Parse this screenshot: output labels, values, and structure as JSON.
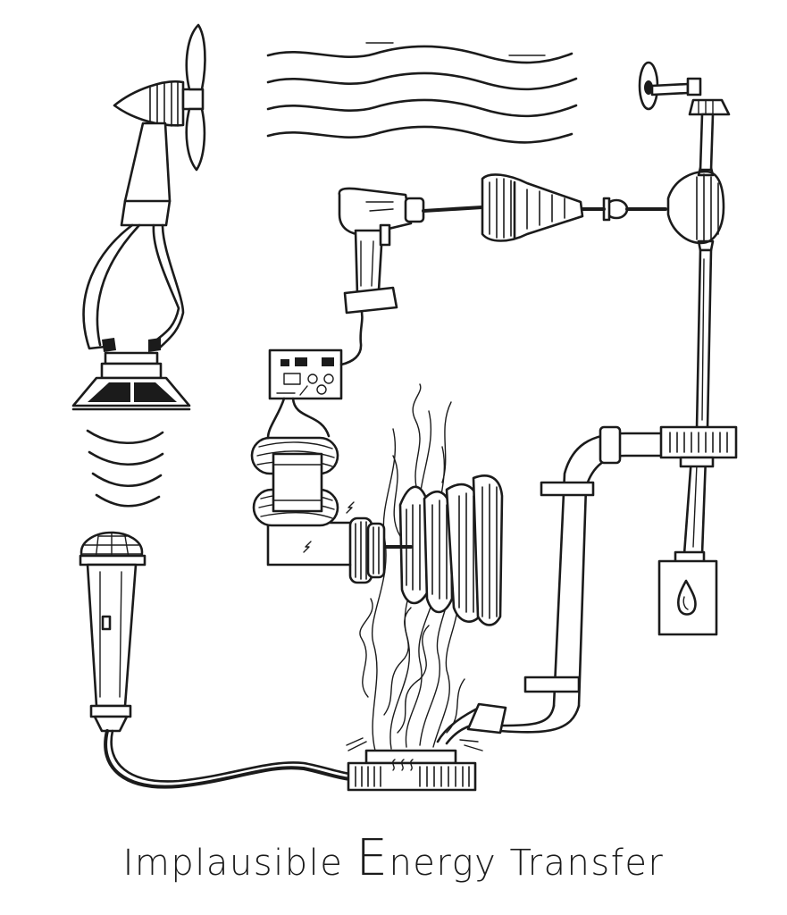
{
  "title": {
    "part1": "Implausible ",
    "big_letter": "E",
    "part2": "nergy Transfer"
  },
  "components": [
    "wind-turbine",
    "speaker",
    "sound-waves",
    "microphone",
    "hot-plate",
    "fire",
    "water-wheel",
    "electric-motor",
    "transformer",
    "circuit-board",
    "power-drill",
    "drill-bit-cone",
    "gearbox",
    "anemometer",
    "pipe",
    "fuel-tank",
    "heat-waves"
  ]
}
